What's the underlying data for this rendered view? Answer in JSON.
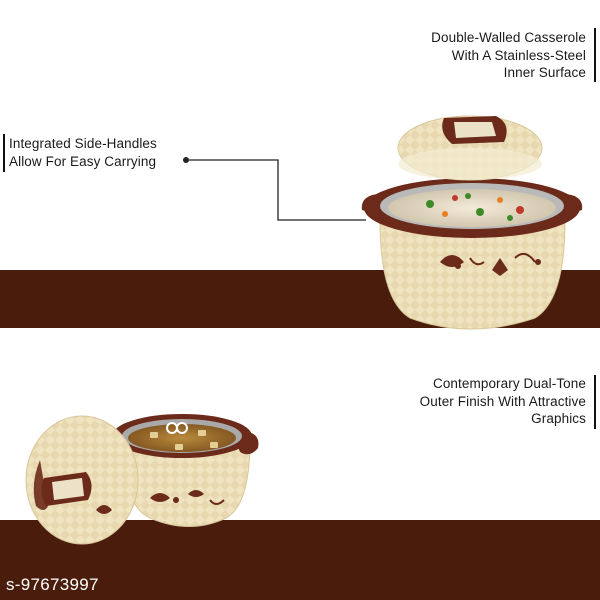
{
  "callouts": {
    "casserole": {
      "lines": [
        "Double-Walled Casserole",
        "With A Stainless-Steel",
        "Inner Surface"
      ]
    },
    "handles": {
      "lines": [
        "Integrated Side-Handles",
        "Allow For Easy Carrying"
      ]
    },
    "finish": {
      "lines": [
        "Contemporary Dual-Tone",
        "Outer Finish With Attractive",
        "Graphics"
      ]
    }
  },
  "sku": "s-97673997",
  "colors": {
    "band": "#4a1c0c",
    "cream": "#efe3c0",
    "brown": "#6b2a1a"
  }
}
